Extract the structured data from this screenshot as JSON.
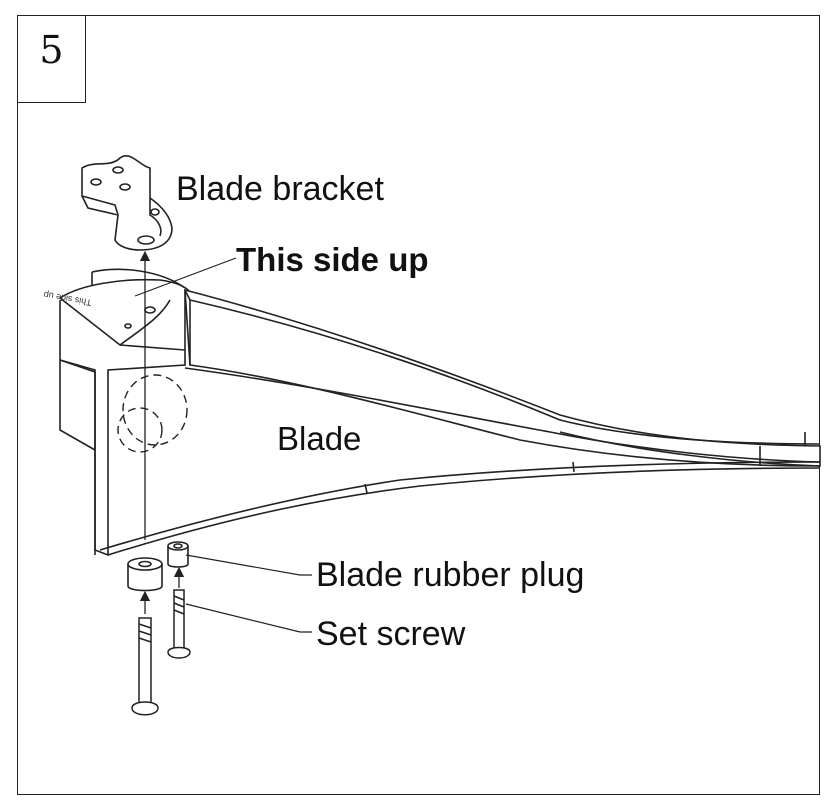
{
  "step": {
    "number": "5"
  },
  "labels": {
    "blade_bracket": "Blade bracket",
    "this_side_up": "This side up",
    "blade": "Blade",
    "blade_rubber_plug": "Blade rubber plug",
    "set_screw": "Set screw",
    "engraved_text": "This side up"
  },
  "colors": {
    "line": "#222222",
    "fill": "#ffffff",
    "shade": "#f2f2f2"
  }
}
